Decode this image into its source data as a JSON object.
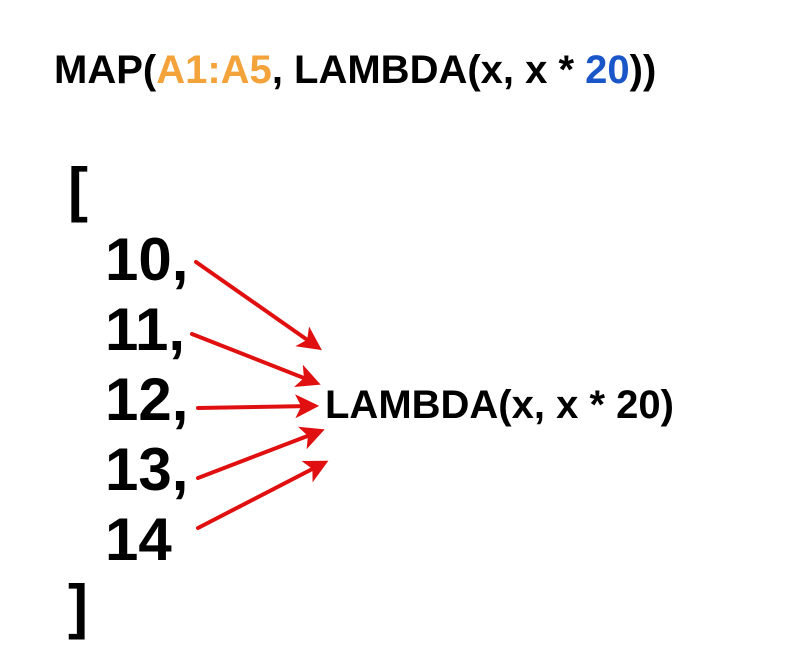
{
  "formula": {
    "prefix": "MAP(",
    "range": "A1:A5",
    "middle": ", LAMBDA(x, x * ",
    "multiplier": "20",
    "suffix": "))",
    "range_color": "#f4a23a",
    "multiplier_color": "#1a56c8"
  },
  "array": {
    "open": "[",
    "close": "]",
    "items": [
      "10,",
      "11,",
      "12,",
      "13,",
      "14"
    ]
  },
  "lambda_label": "LAMBDA(x, x * 20)",
  "arrow_color": "#e01010"
}
